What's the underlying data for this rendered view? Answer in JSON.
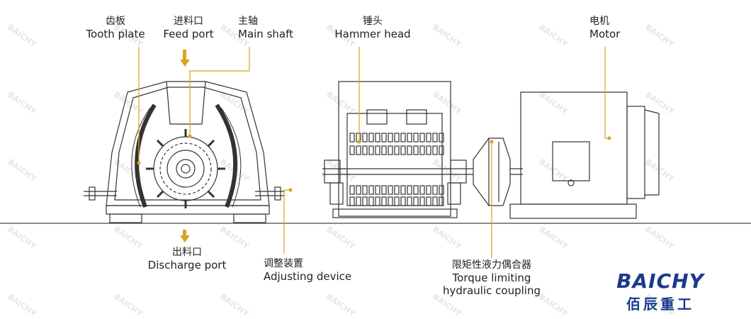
{
  "labels": {
    "tooth_plate": {
      "zh": "齿板",
      "en": "Tooth plate"
    },
    "feed_port": {
      "zh": "进料口",
      "en": "Feed port"
    },
    "main_shaft": {
      "zh": "主轴",
      "en": "Main shaft"
    },
    "hammer_head": {
      "zh": "锤头",
      "en": "Hammer head"
    },
    "motor": {
      "zh": "电机",
      "en": "Motor"
    },
    "discharge_port": {
      "zh": "出料口",
      "en": "Discharge port"
    },
    "adjusting_device": {
      "zh": "调整装置",
      "en": "Adjusting device"
    },
    "coupling": {
      "zh": "限矩性液力偶合器",
      "en_line1": "Torque limiting",
      "en_line2": "hydraulic coupling"
    }
  },
  "brand": {
    "en": "BAICHY",
    "zh": "佰辰重工"
  },
  "watermark": "BAICHY",
  "colors": {
    "leader": "#d9a521",
    "drawing": "#333333",
    "brand": "#1b3a8c"
  }
}
